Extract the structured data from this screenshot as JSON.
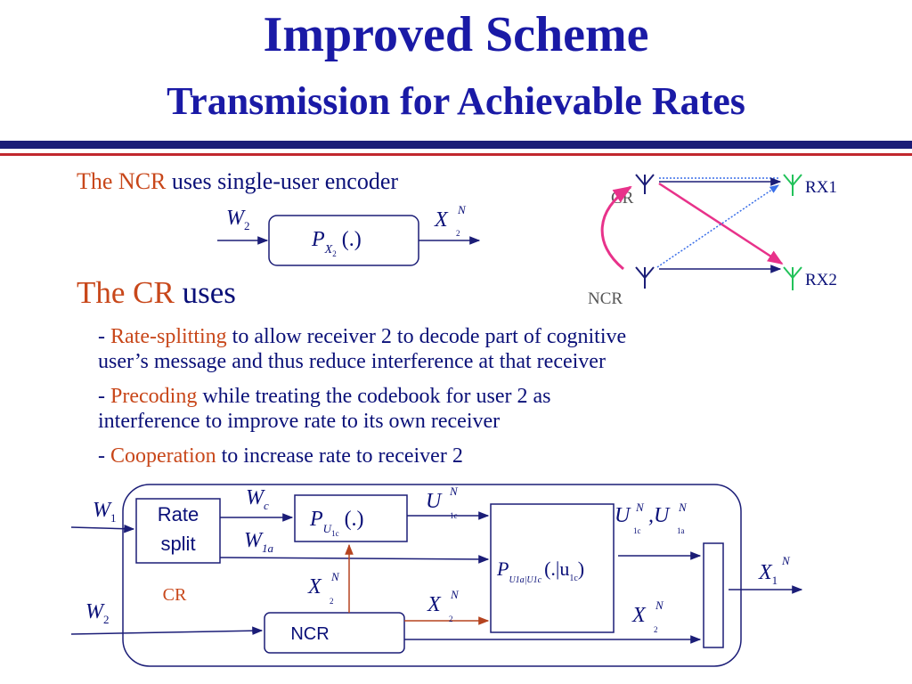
{
  "slide": {
    "title": "Improved Scheme",
    "subtitle": "Transmission for Achievable Rates"
  },
  "ncr_line": {
    "accent": "The NCR",
    "rest": " uses single-user encoder"
  },
  "encoder": {
    "input": "W",
    "input_sub": "2",
    "box_p": "P",
    "box_sub_x": "X",
    "box_sub_2": "2",
    "box_arg": "(.)",
    "output": "X",
    "output_sub": "2",
    "output_sup": "N"
  },
  "cr_heading": {
    "accent": "The CR",
    "rest": " uses"
  },
  "bullets": [
    {
      "dash": "- ",
      "accent": "Rate-splitting",
      "rest": " to allow receiver 2 to decode part of cognitive",
      "line2": "user’s message and thus reduce interference at that receiver"
    },
    {
      "dash": "- ",
      "accent": "Precoding",
      "rest": " while treating the codebook for user 2 as",
      "line2": "interference to improve rate to its own receiver"
    },
    {
      "dash": "- ",
      "accent": "Cooperation",
      "rest": " to increase rate to receiver 2"
    }
  ],
  "channel": {
    "cr_label": "CR",
    "ncr_label": "NCR",
    "rx1_label": "RX1",
    "rx2_label": "RX2"
  },
  "block": {
    "w1": "W",
    "w1_sub": "1",
    "rate_split_line1": "Rate",
    "rate_split_line2": "split",
    "cr_tag": "CR",
    "wc": "W",
    "wc_sub": "c",
    "w1a": "W",
    "w1a_sub": "1a",
    "pu1c_p": "P",
    "pu1c_u": "U",
    "pu1c_sub": "1c",
    "pu1c_arg": "(.)",
    "u1c_out": "U",
    "u1c_out_sub": "1c",
    "u1c_out_sup": "N",
    "ulist_u": "U",
    "ulist_sub1": "1c",
    "ulist_sup1": "N",
    "ulist_comma": ",",
    "ulist_sub2": "1a",
    "ulist_sup2": "N",
    "big_p": "P",
    "big_sub": "U1a|U1c",
    "big_arg": "(.|u",
    "big_arg_sub": "1c",
    "big_arg_close": ")",
    "x2_mid": "X",
    "x2_mid_sub": "2",
    "x2_mid_sup": "N",
    "x2_in": "X",
    "x2_in_sub": "2",
    "x2_in_sup": "N",
    "x2_low": "X",
    "x2_low_sub": "2",
    "x2_low_sup": "N",
    "x1_out": "X",
    "x1_out_sub": "1",
    "x1_out_sup": "N",
    "w2": "W",
    "w2_sub": "2",
    "ncr_box": "NCR"
  },
  "colors": {
    "title": "#1a1aa6",
    "body_text": "#0a1078",
    "accent": "#c8471a",
    "rule_navy": "#1b1d77",
    "rule_red": "#c1272d",
    "line_navy": "#1b1d77",
    "cooperation_arrow": "#e8328a",
    "dotted_blue": "#3a6fe8",
    "rx_antenna": "#22c25a",
    "ncr_feed": "#b5431f"
  }
}
